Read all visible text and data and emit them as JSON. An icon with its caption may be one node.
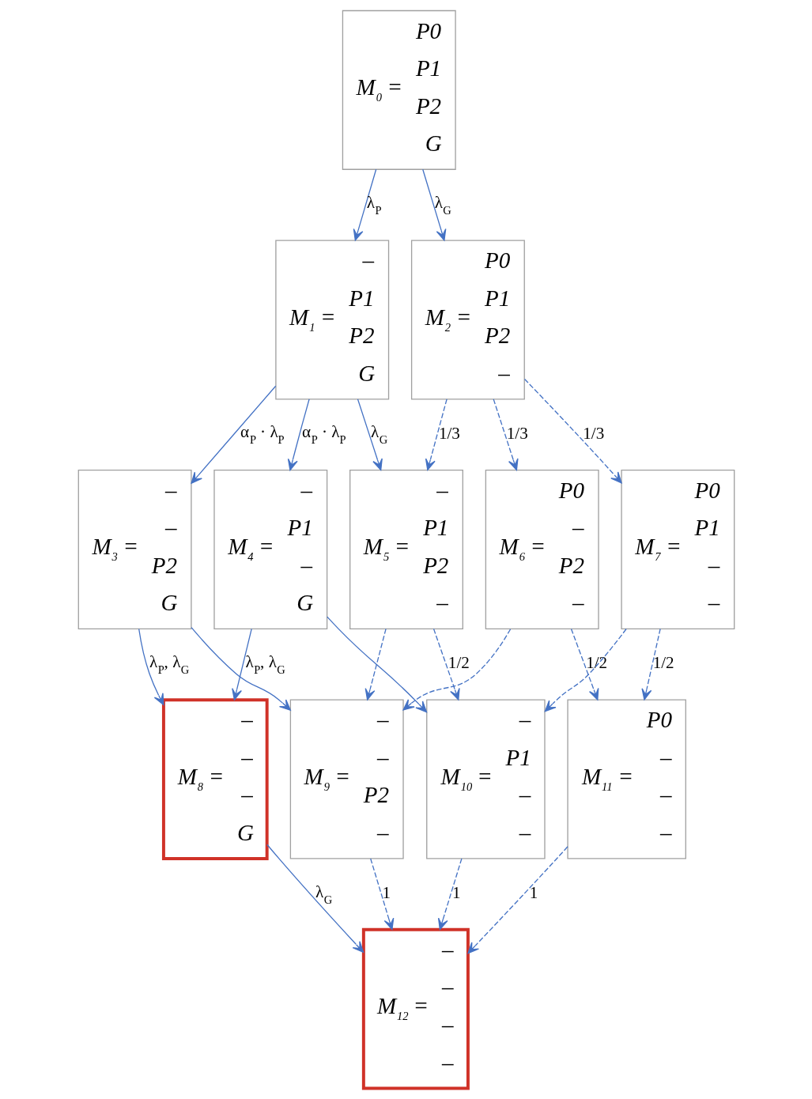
{
  "diagram": {
    "nodes": [
      {
        "text": [
          "M$_{0}$ =",
          "P0",
          "P1",
          "P2",
          "G"
        ]
      },
      {
        "text": [
          "M$_{1}$ =",
          "–",
          "P1",
          "P2",
          "G"
        ]
      },
      {
        "text": [
          "M$_{2}$ =",
          "P0",
          "P1",
          "P2",
          "–"
        ]
      },
      {
        "text": [
          "M$_{3}$ =",
          "–",
          "–",
          "P2",
          "G"
        ]
      },
      {
        "text": [
          "M$_{4}$ =",
          "–",
          "P1",
          "–",
          "G"
        ]
      },
      {
        "text": [
          "M$_{5}$ =",
          "–",
          "P1",
          "P2",
          "–"
        ]
      },
      {
        "text": [
          "M$_{6}$ =",
          "P0",
          "–",
          "P2",
          "–"
        ]
      },
      {
        "text": [
          "M$_{7}$ =",
          "P0",
          "P1",
          "–",
          "–"
        ]
      },
      {
        "text": [
          "M$_{8}$ =",
          "–",
          "–",
          "–",
          "G"
        ]
      },
      {
        "text": [
          "M$_{9}$ =",
          "–",
          "–",
          "P2",
          "–"
        ]
      },
      {
        "text": [
          "M$_{10}$ =",
          "–",
          "P1",
          "–",
          "–"
        ]
      },
      {
        "text": [
          "M$_{11}$ =",
          "P0",
          "–",
          "–",
          "–"
        ]
      },
      {
        "text": [
          "M$_{12}$ =",
          "–",
          "–",
          "–",
          "–"
        ]
      }
    ],
    "edges": [
      {
        "from": 0,
        "to": 1,
        "arrow": "to",
        "label": "λ$_{P}$"
      },
      {
        "from": 0,
        "to": 2,
        "arrow": "to",
        "label": "λ$_{G}$"
      },
      {
        "from": 1,
        "to": 3,
        "arrow": "to",
        "label": "α$_{P}$ · λ$_{P}$"
      },
      {
        "from": 1,
        "to": 4,
        "arrow": "to",
        "label": "α$_{P}$ · λ$_{P}$"
      },
      {
        "from": 1,
        "to": 5,
        "arrow": "to",
        "label": "λ$_{G}$"
      },
      {
        "from": 2,
        "to": 5,
        "arrow": "to",
        "label": "1/3",
        "style": "dashed"
      },
      {
        "from": 2,
        "to": 6,
        "arrow": "to",
        "label": "1/3",
        "style": "dashed"
      },
      {
        "from": 2,
        "to": 7,
        "arrow": "to",
        "label": "1/3",
        "style": "dashed"
      },
      {
        "from": 3,
        "to": 8,
        "arrow": "to",
        "label": "λ$_{P}$, λ$_{G}$"
      },
      {
        "from": 3,
        "to": 9,
        "arrow": "to"
      },
      {
        "from": 4,
        "to": 8,
        "arrow": "to",
        "label": "λ$_{P}$, λ$_{G}$"
      },
      {
        "from": 4,
        "to": 10,
        "arrow": "to"
      },
      {
        "from": 5,
        "to": 9,
        "arrow": "to",
        "style": "dashed"
      },
      {
        "from": 5,
        "to": 10,
        "arrow": "to",
        "label": "1/2",
        "style": "dashed"
      },
      {
        "from": 6,
        "to": 9,
        "arrow": "to",
        "style": "dashed"
      },
      {
        "from": 6,
        "to": 11,
        "arrow": "to",
        "label": "1/2",
        "style": "dashed"
      },
      {
        "from": 7,
        "to": 10,
        "arrow": "to",
        "style": "dashed"
      },
      {
        "from": 7,
        "to": 11,
        "arrow": "to",
        "label": "1/2",
        "style": "dashed"
      },
      {
        "from": 8,
        "to": 12,
        "arrow": "to",
        "label": "λ$_{G}$"
      },
      {
        "from": 9,
        "to": 12,
        "arrow": "to",
        "label": "1",
        "style": "dashed"
      },
      {
        "from": 10,
        "to": 12,
        "arrow": "to",
        "label": "1",
        "style": "dashed"
      },
      {
        "from": 11,
        "to": 12,
        "arrow": "to",
        "label": "1",
        "style": "dashed"
      }
    ]
  }
}
